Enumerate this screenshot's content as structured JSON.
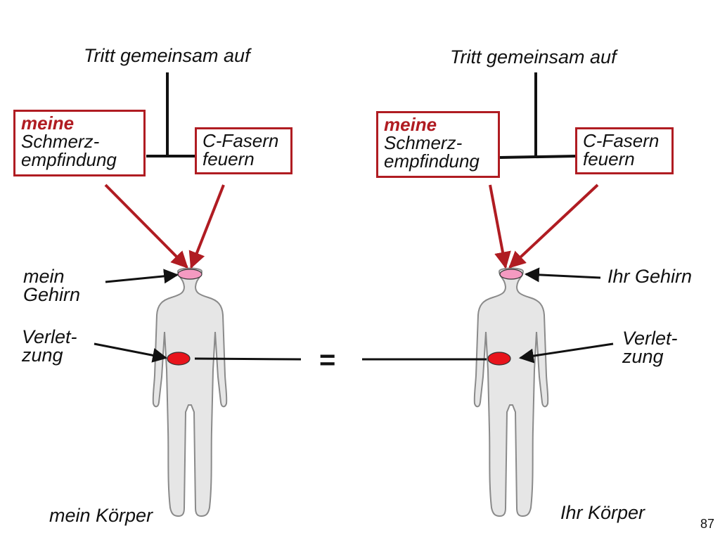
{
  "left": {
    "top_label": "Tritt gemeinsam auf",
    "box_sensation": {
      "line1": "meine",
      "line2": "Schmerz-",
      "line3": "empfindung"
    },
    "box_cfibers": {
      "line1": "C-Fasern",
      "line2": "feuern"
    },
    "brain_label": {
      "line1": "mein",
      "line2": "Gehirn"
    },
    "injury_label": {
      "line1": "Verlet-",
      "line2": "zung"
    },
    "body_label": "mein Körper"
  },
  "right": {
    "top_label": "Tritt gemeinsam auf",
    "box_sensation": {
      "line1": "meine",
      "line2": "Schmerz-",
      "line3": "empfindung"
    },
    "box_cfibers": {
      "line1": "C-Fasern",
      "line2": "feuern"
    },
    "brain_label": "Ihr Gehirn",
    "injury_label": {
      "line1": "Verlet-",
      "line2": "zung"
    },
    "body_label": "Ihr Körper"
  },
  "equals_sign": "=",
  "page_number": "87",
  "colors": {
    "box_border": "#b01c22",
    "accent_text": "#b01c22",
    "brain": "#f49ac1",
    "injury": "#e8141c",
    "body_fill": "#e6e6e6",
    "body_outline": "#8a8a8a"
  }
}
